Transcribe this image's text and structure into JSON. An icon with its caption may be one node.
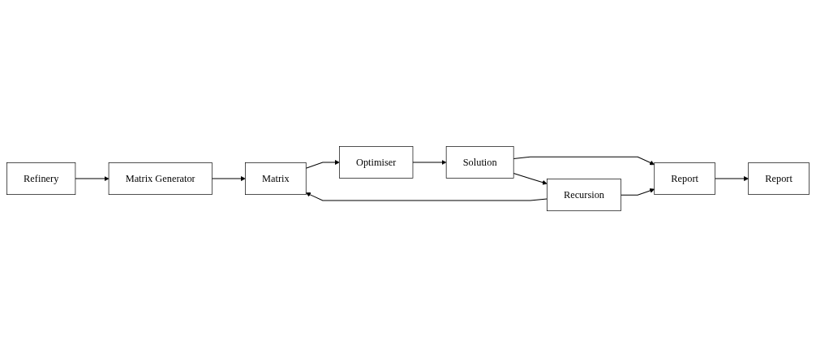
{
  "diagram": {
    "nodes": [
      {
        "text": [
          "Refinery"
        ]
      },
      {
        "text": [
          "Matrix Generator"
        ]
      },
      {
        "text": [
          "Report"
        ]
      },
      {
        "text": [
          "Report"
        ]
      },
      {
        "text": [
          "Matrix"
        ]
      },
      {
        "text": [
          "Recursion"
        ]
      },
      {
        "text": [
          "Solution"
        ]
      },
      {
        "text": [
          "Optimiser"
        ]
      }
    ],
    "edges": [
      {
        "from": 0,
        "to": 1,
        "arrow": "to"
      },
      {
        "from": 2,
        "to": 3,
        "arrow": "to"
      },
      {
        "from": 1,
        "to": 4,
        "arrow": "to"
      },
      {
        "from": 5,
        "to": 2,
        "arrow": "to"
      },
      {
        "from": 6,
        "to": 2,
        "arrow": "to"
      },
      {
        "from": 5,
        "to": 4,
        "arrow": "to"
      },
      {
        "from": 6,
        "to": 5,
        "arrow": "to"
      },
      {
        "from": 4,
        "to": 7,
        "arrow": "to"
      },
      {
        "from": 7,
        "to": 6,
        "arrow": "to"
      }
    ]
  }
}
